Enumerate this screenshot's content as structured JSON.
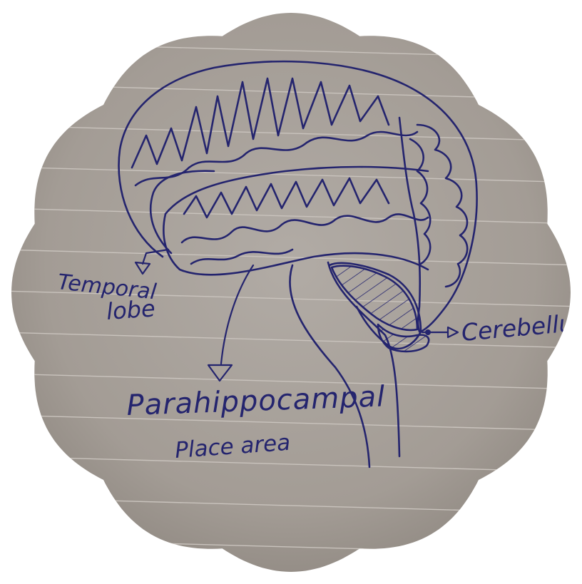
{
  "colors": {
    "paper": "#a49d96",
    "paper_shadow": "#8f8882",
    "ruled_line": "#c9c3bd",
    "ink": "#24246e"
  },
  "labels": {
    "temporal_line1": "Temporal",
    "temporal_line2": "lobe",
    "parahippocampal_line1": "Parahippocampal",
    "parahippocampal_line2": "Place area",
    "cerebellum": "Cerebellum"
  }
}
